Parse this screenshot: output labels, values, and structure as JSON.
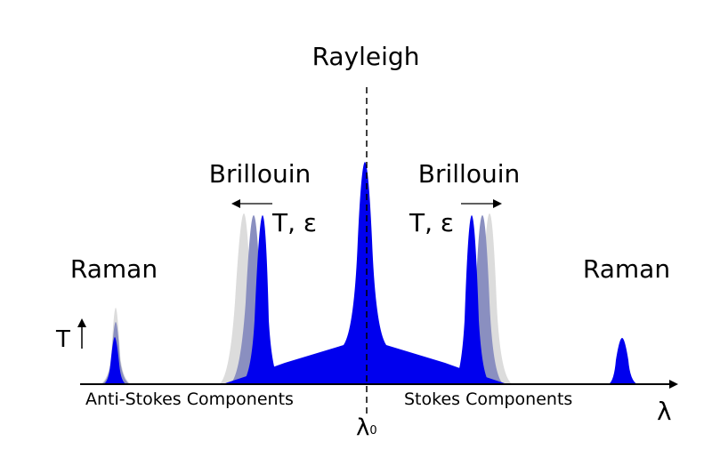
{
  "labels": {
    "rayleigh": "Rayleigh",
    "brillouin_left": "Brillouin",
    "brillouin_right": "Brillouin",
    "raman_left": "Raman",
    "raman_right": "Raman",
    "shift_left": "T, ε",
    "shift_right": "T, ε",
    "intensity_axis": "T",
    "anti_stokes": "Anti-Stokes Components",
    "stokes": "Stokes Components",
    "wavelength_axis": "λ",
    "lambda0": "λ",
    "lambda0_sub": "0"
  },
  "colors": {
    "main": "#0000ee",
    "shift_mid": "#8a8fc0",
    "shift_light": "#dcdcdc",
    "axis": "#000000"
  }
}
